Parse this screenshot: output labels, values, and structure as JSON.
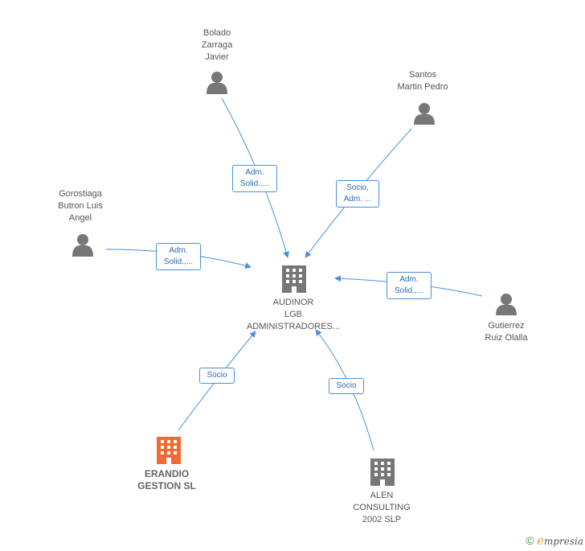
{
  "nodes": {
    "bolado": {
      "label": "Bolado\nZarraga\nJavier"
    },
    "santos": {
      "label": "Santos\nMartin Pedro"
    },
    "gorostiaga": {
      "label": "Gorostiaga\nButron Luis\nAngel"
    },
    "audinor": {
      "label": "AUDINOR\nLGB\nADMINISTRADORES..."
    },
    "gutierrez": {
      "label": "Gutierrez\nRuiz Olalla"
    },
    "erandio": {
      "label": "ERANDIO\nGESTION SL"
    },
    "alen": {
      "label": "ALEN\nCONSULTING\n2002  SLP"
    }
  },
  "edges": {
    "bolado": {
      "label": "Adm.\nSolid.,..."
    },
    "santos": {
      "label": "Socio,\nAdm. ..."
    },
    "gorostiaga": {
      "label": "Adm.\nSolid.,..."
    },
    "gutierrez": {
      "label": "Adm.\nSolid.,..."
    },
    "erandio": {
      "label": "Socio"
    },
    "alen": {
      "label": "Socio"
    }
  },
  "colors": {
    "edge": "#4a90d9",
    "person": "#777777",
    "company": "#777777",
    "highlight": "#f06a35"
  },
  "footer": {
    "copyright": "©",
    "brand_first": "e",
    "brand_rest": "mpresia"
  }
}
